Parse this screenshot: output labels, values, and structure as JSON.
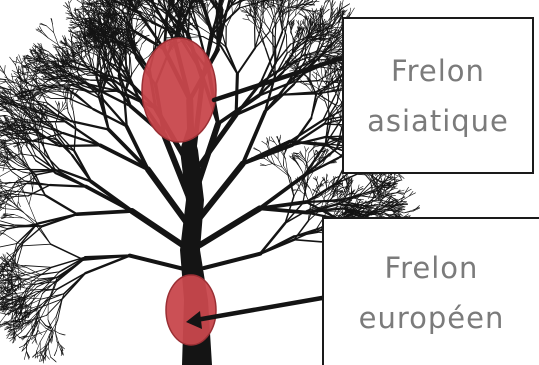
{
  "labels": {
    "asian_hornet": "Frelon\nasiatique",
    "european_hornet": "Frelon\neuropéen"
  },
  "colors": {
    "nest_fill": "#c8474c",
    "nest_stroke": "#9a2f34",
    "branch": "#141414",
    "box_border": "#1a1a1a",
    "label_text": "#7b7b7b"
  },
  "icons": {
    "tree": "bare-tree-silhouette",
    "nest": "hornet-nest-oval",
    "pointer": "arrow-line"
  }
}
